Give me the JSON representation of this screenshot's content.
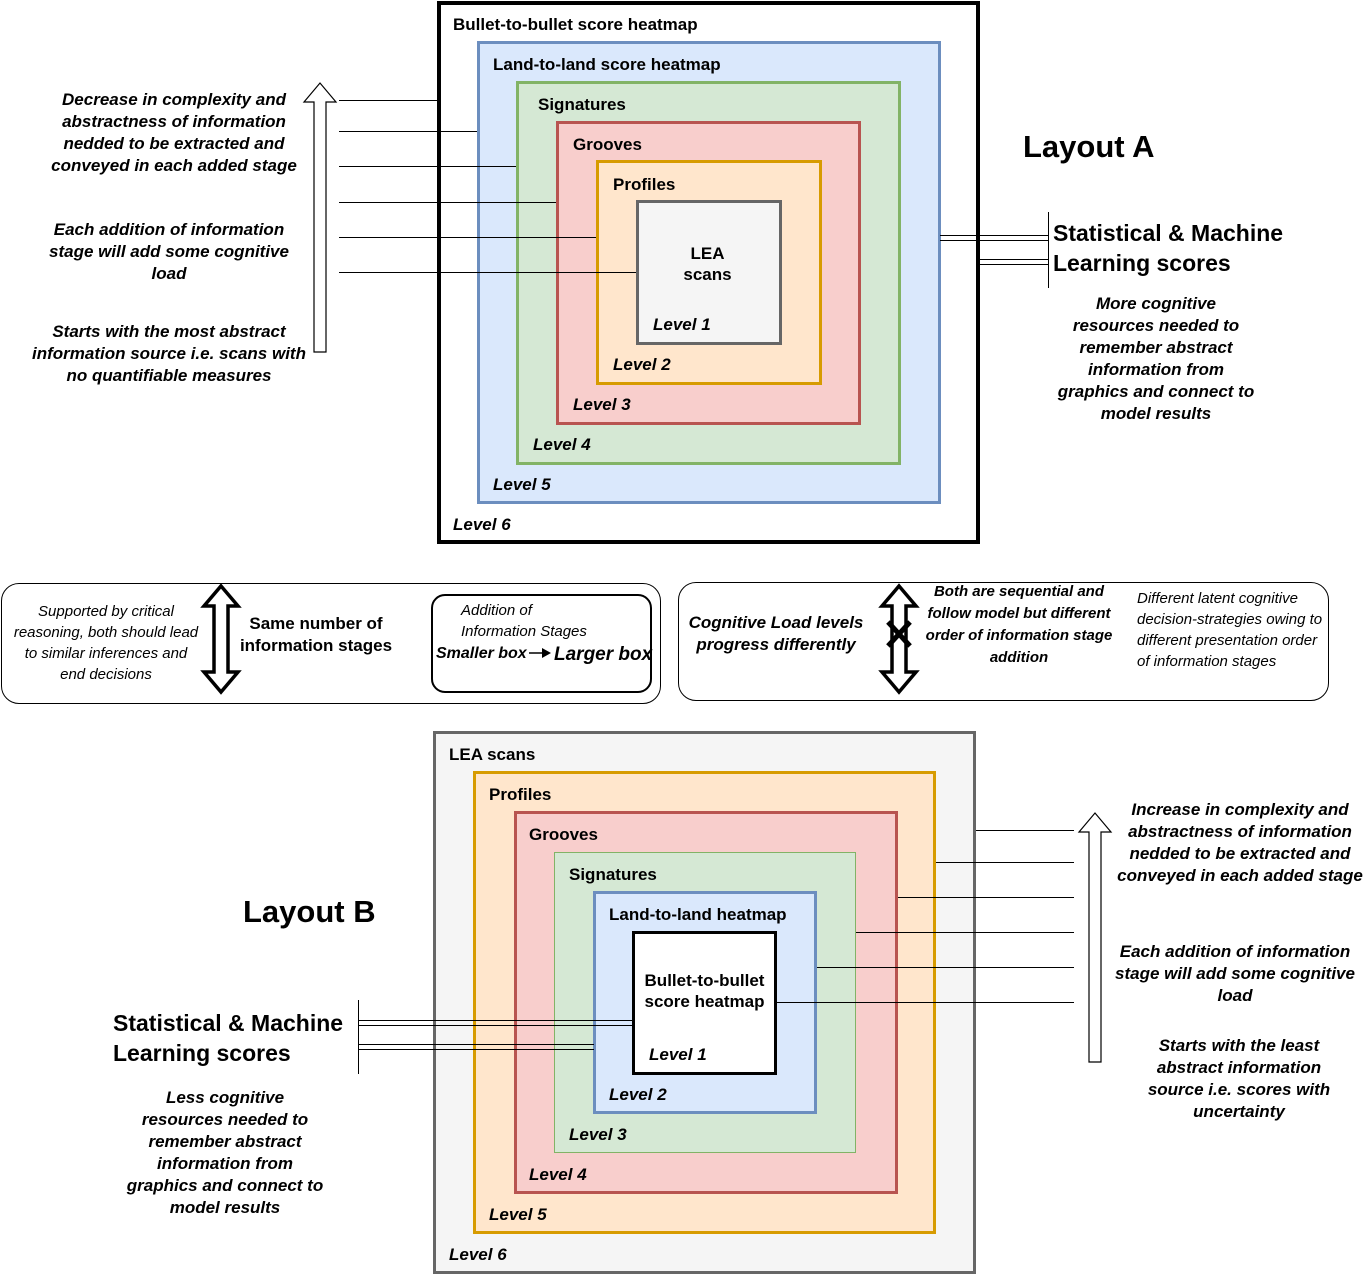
{
  "layout_a": {
    "title": "Layout A",
    "boxes": {
      "l6_label": "Bullet-to-bullet score heatmap",
      "l5_label": "Land-to-land score heatmap",
      "l4_label": "Signatures",
      "l3_label": "Grooves",
      "l2_label": "Profiles",
      "l1_label": "LEA\nscans"
    },
    "levels": [
      "Level 1",
      "Level 2",
      "Level 3",
      "Level 4",
      "Level 5",
      "Level 6"
    ],
    "left_notes": [
      "Decrease in complexity and abstractness of information nedded to be extracted and conveyed in each added stage",
      "Each addition of information  stage will add some cognitive load",
      "Starts with the most abstract information source i.e. scans with no quantifiable measures"
    ],
    "scores": "Statistical & Machine\nLearning scores",
    "right_note": "More cognitive resources needed to remember abstract information from graphics and connect to model results"
  },
  "middle": {
    "left_panel": {
      "reasoning": "Supported by critical reasoning, both should lead to similar inferences and end decisions",
      "same_stages": "Same number of information stages",
      "addition_title": "Addition of\nInformation Stages",
      "smaller_box": "Smaller box",
      "larger_box": "Larger box"
    },
    "right_panel": {
      "cognitive": "Cognitive Load levels progress differently",
      "sequential": "Both are sequential and follow model but different order of information stage addition",
      "latent": "Different latent cognitive decision-strategies owing to different presentation order of information stages"
    }
  },
  "layout_b": {
    "title": "Layout B",
    "boxes": {
      "l6_label": "LEA scans",
      "l5_label": "Profiles",
      "l4_label": "Grooves",
      "l3_label": "Signatures",
      "l2_label": "Land-to-land heatmap",
      "l1_label": "Bullet-to-bullet\nscore heatmap"
    },
    "levels": [
      "Level 1",
      "Level 2",
      "Level 3",
      "Level 4",
      "Level 5",
      "Level 6"
    ],
    "right_notes": [
      "Increase in complexity and abstractness of information nedded to be extracted and conveyed in each added stage",
      "Each addition of information stage will add some cognitive load",
      "Starts with the least abstract information source i.e. scores with uncertainty"
    ],
    "scores": "Statistical & Machine\nLearning scores",
    "left_note": "Less cognitive resources needed to remember abstract information from graphics and connect to model results"
  },
  "colors": {
    "white_fill": "#ffffff",
    "black_stroke": "#000000",
    "blue_fill": "#dae8fc",
    "blue_stroke": "#6c8ebf",
    "green_fill": "#d5e8d4",
    "green_stroke": "#82b366",
    "red_fill": "#f8cecc",
    "red_stroke": "#b85450",
    "orange_fill": "#ffe6cc",
    "orange_stroke": "#d79b00",
    "gray_fill": "#f5f5f5",
    "gray_stroke": "#666666"
  }
}
